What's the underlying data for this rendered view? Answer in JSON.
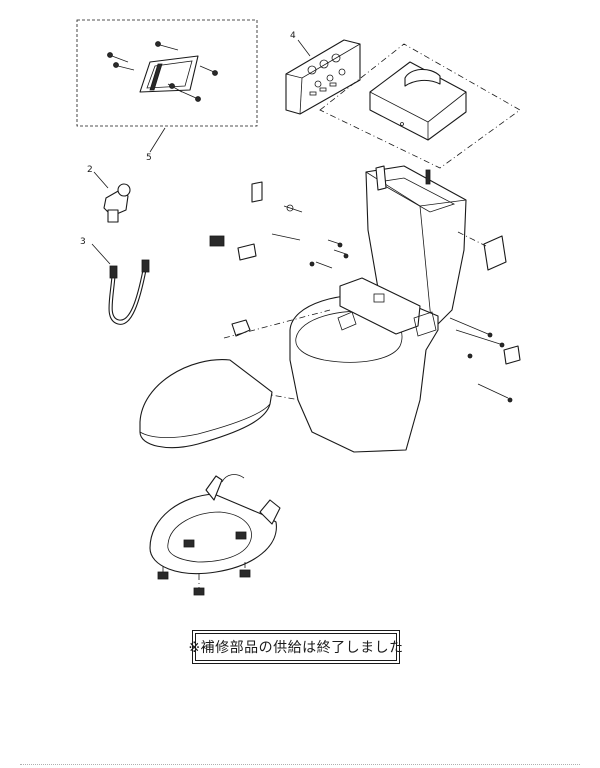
{
  "callouts": [
    {
      "id": "part-4",
      "label": "4"
    },
    {
      "id": "part-5",
      "label": "5"
    },
    {
      "id": "part-2",
      "label": "2"
    },
    {
      "id": "part-3",
      "label": "3"
    }
  ],
  "notice": {
    "text": "※補修部品の供給は終了しました"
  }
}
